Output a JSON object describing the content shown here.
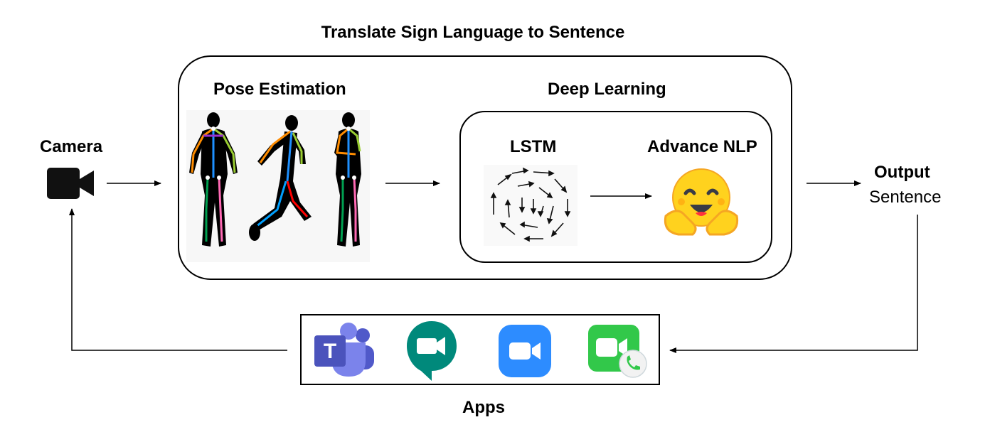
{
  "diagram": {
    "title": "Translate Sign Language to Sentence",
    "camera": {
      "label": "Camera",
      "icon": "video-camera-icon"
    },
    "pose_estimation": {
      "label": "Pose Estimation",
      "icon": "pose-skeleton-figures"
    },
    "deep_learning": {
      "label": "Deep Learning",
      "lstm": {
        "label": "LSTM",
        "icon": "vector-field-arrows"
      },
      "nlp": {
        "label": "Advance NLP",
        "icon": "hugging-face-emoji"
      }
    },
    "output": {
      "label": "Output",
      "value": "Sentence"
    },
    "apps": {
      "label": "Apps",
      "items": [
        {
          "name": "microsoft-teams-icon",
          "color": "#5059C9"
        },
        {
          "name": "google-meet-icon",
          "color": "#00897B"
        },
        {
          "name": "zoom-icon",
          "color": "#2D8CFF"
        },
        {
          "name": "facetime-icon",
          "color": "#32C84A"
        }
      ]
    }
  }
}
